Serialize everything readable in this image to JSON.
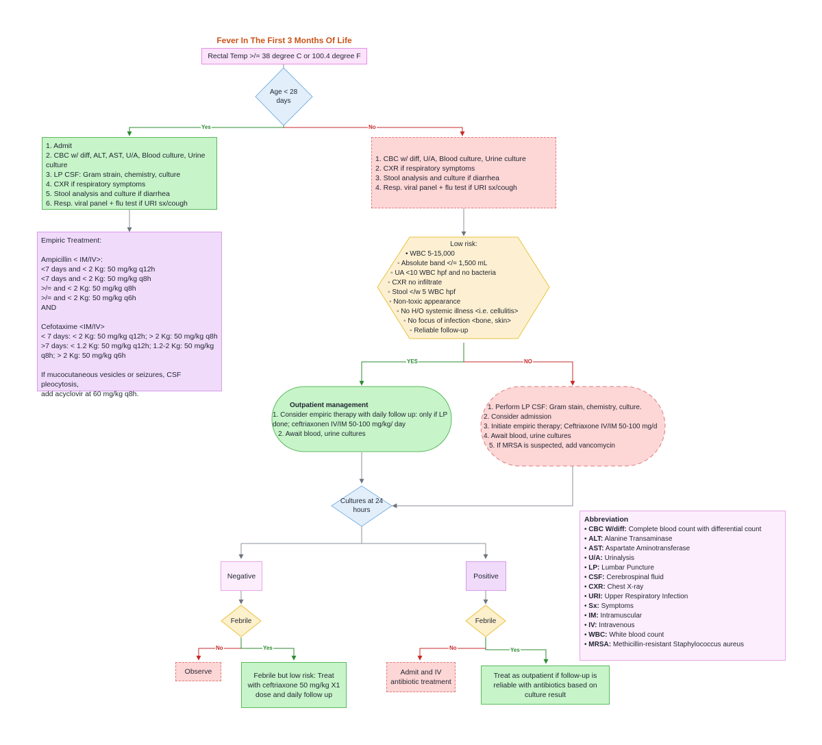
{
  "title": "Fever In The First 3 Months Of Life",
  "start": "Rectal Temp >/= 38 degree C or 100.4 degree F",
  "age_decision": "Age < 28 days",
  "labels": {
    "yes": "Yes",
    "no": "No",
    "yes_caps": "YES",
    "no_caps": "NO"
  },
  "under28": [
    "1. Admit",
    "2. CBC w/ diff, ALT, AST, U/A, Blood culture, Urine culture",
    "3. LP CSF: Gram strain, chemistry, culture",
    "4. CXR if respiratory symptoms",
    "5. Stool analysis and culture if diarrhea",
    "6. Resp. viral panel + flu test if URI sx/cough"
  ],
  "over28": [
    "1. CBC w/ diff, U/A, Blood culture, Urine culture",
    "2. CXR if respiratory symptoms",
    "3. Stool analysis and culture if diarrhea",
    "4. Resp. viral panel + flu test if URI sx/cough"
  ],
  "empiric": [
    "Empiric Treatment:",
    "",
    "Ampicillin < IM/IV>:",
    "<7 days and < 2 Kg: 50 mg/kg q12h",
    "<7 days and < 2 Kg: 50 mg/kg q8h",
    ">/= and < 2 Kg: 50 mg/kg q8h",
    ">/= and < 2 Kg: 50 mg/kg q6h",
    "AND",
    "",
    "Cefotaxime <IM/IV>",
    "< 7 days: < 2 Kg: 50 mg/kg q12h; > 2 Kg: 50 mg/kg q8h",
    ">7 days:  < 1.2 Kg: 50 mg/kg q12h; 1.2-2 Kg: 50 mg/kg",
    "q8h; > 2 Kg: 50 mg/kg q6h",
    "",
    "If mucocutaneous vesicles or seizures, CSF pleocytosis,",
    "add acyclovir at 60 mg/kg q8h."
  ],
  "low_risk": {
    "title": "Low risk:",
    "items": [
      "• WBC 5-15,000",
      "◦ Absolute band </= 1,500 mL",
      "◦ UA <10 WBC hpf and no bacteria",
      "◦ CXR no infiltrate",
      "◦ Stool </w 5 WBC hpf",
      "◦ Non-toxic appearance",
      "◦ No H/O systemic illness <i.e. cellulitis>",
      "◦ No focus of infection <bone, skin>",
      "◦ Reliable follow-up"
    ]
  },
  "outpatient": {
    "title": "Outpatient management",
    "items": [
      "1. Consider empiric therapy with daily follow up: only if LP done; ceftriaxonen IV/IM 50-100 mg/kg/ day",
      "2. Await blood, urine cultures"
    ]
  },
  "not_low_risk": [
    "1. Perform LP CSF: Gram stain, chemistry, culture.",
    "2. Consider admission",
    "3. Initiate empiric therapy;  Ceftriaxone IV/IM 50-100 mg/d",
    "4. Await blood, urine cultures",
    "5. If MRSA is suspected, add vancomycin"
  ],
  "cultures": "Cultures at 24 hours",
  "negative": "Negative",
  "positive": "Positive",
  "febrile": "Febrile",
  "observe": "Observe",
  "neg_febrile": "Febrile but low risk: Treat with ceftriaxone 50 mg/kg X1 dose and daily follow up",
  "admit_iv": "Admit and IV antibiotic treatment",
  "pos_febrile": "Treat as outpatient if follow-up is reliable with antibiotics based on culture result",
  "abbreviation": {
    "title": "Abbreviation",
    "items": [
      {
        "term": "CBC W/diff:",
        "def": " Complete blood count with differential count"
      },
      {
        "term": "ALT:",
        "def": "Alanine Transaminase"
      },
      {
        "term": "AST:",
        "def": "Aspartate Aminotransferase"
      },
      {
        "term": "U/A:",
        "def": "Urinalysis"
      },
      {
        "term": "LP:",
        "def": "Lumbar Puncture"
      },
      {
        "term": "CSF:",
        "def": "Cerebrospinal fluid"
      },
      {
        "term": "CXR:",
        "def": "Chest X-ray"
      },
      {
        "term": "URI:",
        "def": "Upper Respiratory Infection"
      },
      {
        "term": "Sx:",
        "def": "Symptoms"
      },
      {
        "term": "IM:",
        "def": "Intramuscular"
      },
      {
        "term": "IV:",
        "def": "Intravenous"
      },
      {
        "term": "WBC:",
        "def": "White blood count"
      },
      {
        "term": "MRSA:",
        "def": "Methicillin-resistant Staphylococcus aureus"
      }
    ]
  },
  "colors": {
    "yes_line": "#2b8a2f",
    "no_line": "#c62828",
    "neutral_line": "#8a8f98"
  }
}
